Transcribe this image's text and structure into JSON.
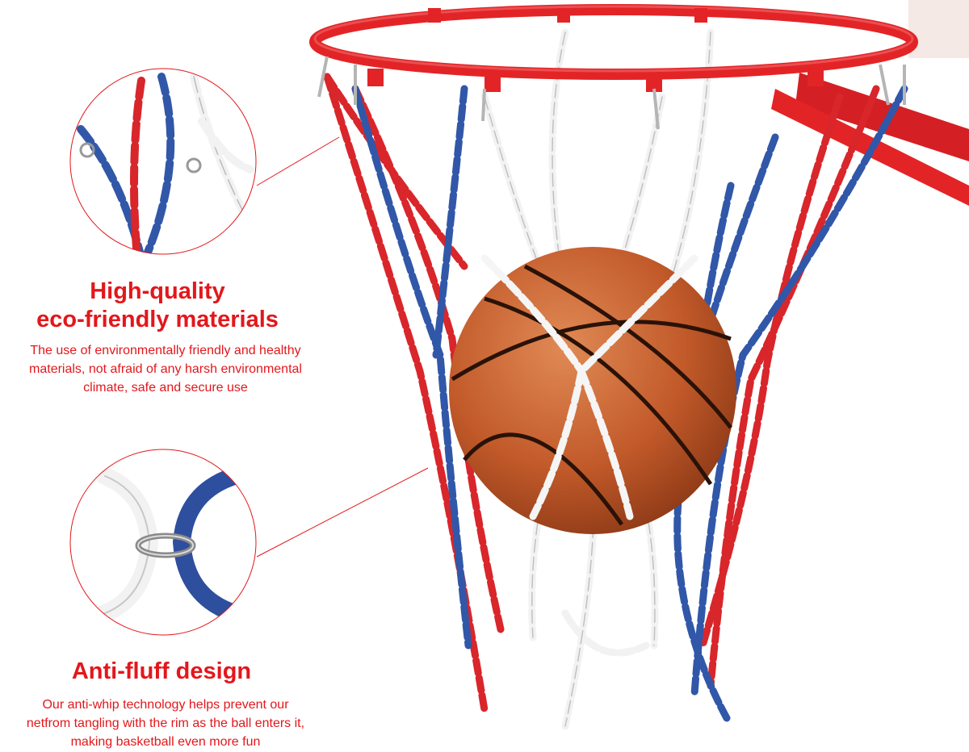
{
  "features": [
    {
      "title_lines": [
        "High-quality",
        "eco-friendly materials"
      ],
      "description_lines": [
        "The use of environmentally friendly and healthy",
        "materials, not afraid of any harsh environmental",
        "climate, safe and secure use"
      ]
    },
    {
      "title_lines": [
        "Anti-fluff design"
      ],
      "description_lines": [
        "Our anti-whip technology helps prevent our",
        "netfrom tangling with the rim as the ball enters it,",
        "making basketball even more fun"
      ]
    }
  ],
  "colors": {
    "accent_red": "#e3171b",
    "rim_red": "#e32427",
    "chain_red": "#d8262b",
    "chain_blue": "#3157a8",
    "chain_white": "#f2f2f2",
    "ball_orange": "#c8602e"
  },
  "icons": [
    "basketball-icon",
    "hoop-rim-icon",
    "chain-net-icon",
    "zoom-callout-icon"
  ]
}
